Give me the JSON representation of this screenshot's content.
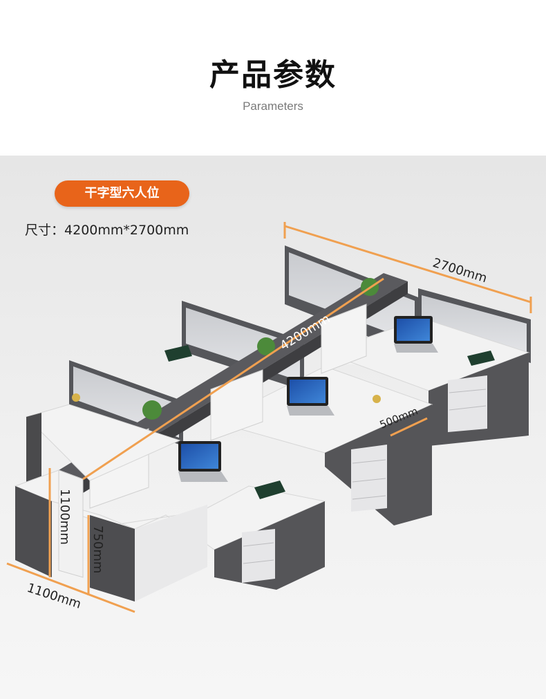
{
  "header": {
    "title": "产品参数",
    "subtitle": "Parameters"
  },
  "product": {
    "badge": "干字型六人位",
    "size_label": "尺寸：",
    "size_value": "4200mm*2700mm"
  },
  "dimensions": {
    "length": "4200mm",
    "width": "2700mm",
    "desk_depth": "1100mm",
    "screen_height": "1100mm",
    "desk_height": "750mm",
    "drawer_width": "500mm"
  },
  "colors": {
    "accent": "#e8641a",
    "dimension_line": "#f0a050",
    "frame_dark": "#4a4a4c",
    "desktop_white": "#f3f3f3"
  }
}
